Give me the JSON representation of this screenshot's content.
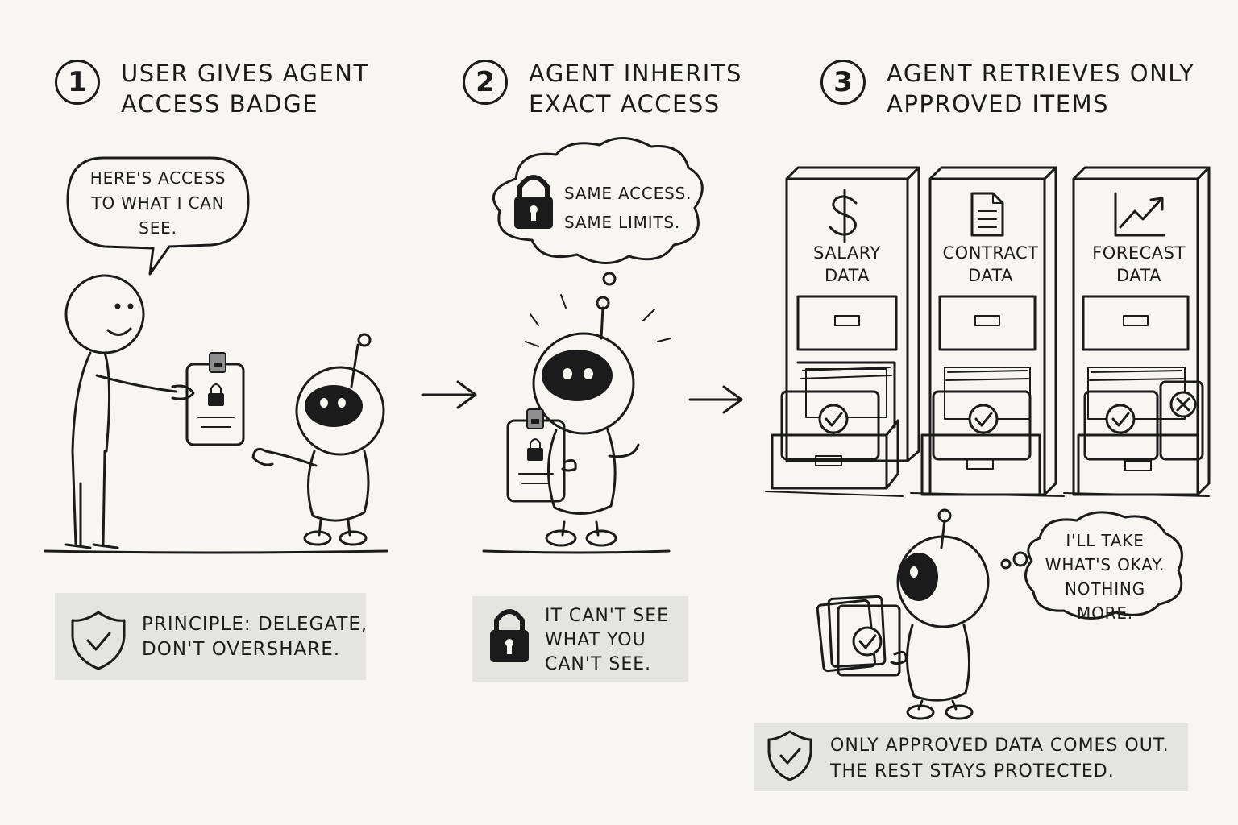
{
  "steps": [
    {
      "number": "1",
      "title_line1": "User gives agent",
      "title_line2": "access badge"
    },
    {
      "number": "2",
      "title_line1": "Agent inherits",
      "title_line2": "exact access"
    },
    {
      "number": "3",
      "title_line1": "Agent retrieves only",
      "title_line2": "approved items"
    }
  ],
  "bubbles": {
    "user_speech": [
      "Here's access",
      "to what I can",
      "see."
    ],
    "agent_thought": [
      "Same access.",
      "Same limits."
    ],
    "agent3_thought": [
      "I'll take",
      "what's okay.",
      "Nothing more."
    ]
  },
  "cabinets": [
    {
      "label_line1": "Salary",
      "label_line2": "Data",
      "icon": "dollar-icon",
      "status": "approved"
    },
    {
      "label_line1": "Contract",
      "label_line2": "Data",
      "icon": "document-icon",
      "status": "approved"
    },
    {
      "label_line1": "Forecast",
      "label_line2": "Data",
      "icon": "trend-chart-icon",
      "status": "partially-denied"
    }
  ],
  "notes": {
    "principle": [
      "Principle: delegate,",
      "don't overshare."
    ],
    "limits": [
      "It can't see",
      "what you",
      "can't see."
    ],
    "result": [
      "Only approved data comes out.",
      "The rest stays protected."
    ]
  },
  "colors": {
    "background": "#f7f6f2",
    "ink": "#1b1b1b",
    "note_fill": "#e4e4e1",
    "folder_fill": "#8f8f8f",
    "denied_fill": "#5a5a5a"
  }
}
